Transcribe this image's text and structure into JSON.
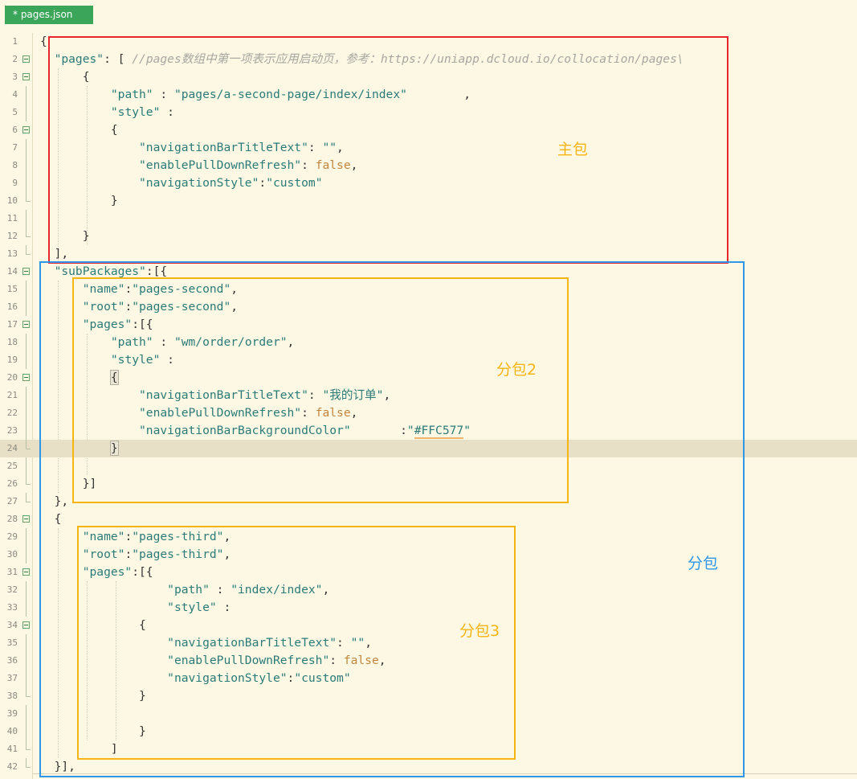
{
  "tab": {
    "title": "* pages.json"
  },
  "lines": [
    {
      "n": "1",
      "fold": "none",
      "segs": [
        [
          "p",
          "{"
        ]
      ]
    },
    {
      "n": "2",
      "fold": "open",
      "segs": [
        [
          "p",
          "  "
        ],
        [
          "k",
          "\"pages\""
        ],
        [
          "p",
          ": [ "
        ],
        [
          "c",
          "//pages数组中第一项表示应用启动页，参考：https://uniapp.dcloud.io/collocation/pages\\"
        ]
      ]
    },
    {
      "n": "3",
      "fold": "open",
      "segs": [
        [
          "p",
          "      {"
        ]
      ]
    },
    {
      "n": "4",
      "fold": "bar",
      "segs": [
        [
          "p",
          "          "
        ],
        [
          "k",
          "\"path\""
        ],
        [
          "p",
          " : "
        ],
        [
          "s",
          "\"pages/a-second-page/index/index\""
        ],
        [
          "p",
          "        ,"
        ]
      ]
    },
    {
      "n": "5",
      "fold": "bar",
      "segs": [
        [
          "p",
          "          "
        ],
        [
          "k",
          "\"style\""
        ],
        [
          "p",
          " :"
        ]
      ]
    },
    {
      "n": "6",
      "fold": "open",
      "segs": [
        [
          "p",
          "          {"
        ]
      ]
    },
    {
      "n": "7",
      "fold": "bar",
      "segs": [
        [
          "p",
          "              "
        ],
        [
          "k",
          "\"navigationBarTitleText\""
        ],
        [
          "p",
          ": "
        ],
        [
          "s",
          "\"\""
        ],
        [
          "p",
          ","
        ]
      ]
    },
    {
      "n": "8",
      "fold": "bar",
      "segs": [
        [
          "p",
          "              "
        ],
        [
          "k",
          "\"enablePullDownRefresh\""
        ],
        [
          "p",
          ": "
        ],
        [
          "b",
          "false"
        ],
        [
          "p",
          ","
        ]
      ]
    },
    {
      "n": "9",
      "fold": "bar",
      "segs": [
        [
          "p",
          "              "
        ],
        [
          "k",
          "\"navigationStyle\""
        ],
        [
          "p",
          ":"
        ],
        [
          "s",
          "\"custom\""
        ]
      ]
    },
    {
      "n": "10",
      "fold": "end",
      "segs": [
        [
          "p",
          "          }"
        ]
      ]
    },
    {
      "n": "11",
      "fold": "bar",
      "segs": [
        [
          "p",
          ""
        ]
      ]
    },
    {
      "n": "12",
      "fold": "end",
      "segs": [
        [
          "p",
          "      }"
        ]
      ]
    },
    {
      "n": "13",
      "fold": "end",
      "segs": [
        [
          "p",
          "  ],"
        ]
      ]
    },
    {
      "n": "14",
      "fold": "open",
      "segs": [
        [
          "p",
          "  "
        ],
        [
          "k",
          "\"subPackages\""
        ],
        [
          "p",
          ":[{"
        ]
      ]
    },
    {
      "n": "15",
      "fold": "bar",
      "segs": [
        [
          "p",
          "      "
        ],
        [
          "k",
          "\"name\""
        ],
        [
          "p",
          ":"
        ],
        [
          "s",
          "\"pages-second\""
        ],
        [
          "p",
          ","
        ]
      ]
    },
    {
      "n": "16",
      "fold": "bar",
      "segs": [
        [
          "p",
          "      "
        ],
        [
          "k",
          "\"root\""
        ],
        [
          "p",
          ":"
        ],
        [
          "s",
          "\"pages-second\""
        ],
        [
          "p",
          ","
        ]
      ]
    },
    {
      "n": "17",
      "fold": "open",
      "segs": [
        [
          "p",
          "      "
        ],
        [
          "k",
          "\"pages\""
        ],
        [
          "p",
          ":[{"
        ]
      ]
    },
    {
      "n": "18",
      "fold": "bar",
      "segs": [
        [
          "p",
          "          "
        ],
        [
          "k",
          "\"path\""
        ],
        [
          "p",
          " : "
        ],
        [
          "s",
          "\"wm/order/order\""
        ],
        [
          "p",
          ","
        ]
      ]
    },
    {
      "n": "19",
      "fold": "bar",
      "segs": [
        [
          "p",
          "          "
        ],
        [
          "k",
          "\"style\""
        ],
        [
          "p",
          " :"
        ]
      ]
    },
    {
      "n": "20",
      "fold": "open",
      "segs": [
        [
          "p",
          "          "
        ],
        [
          "h",
          "{"
        ]
      ]
    },
    {
      "n": "21",
      "fold": "bar",
      "segs": [
        [
          "p",
          "              "
        ],
        [
          "k",
          "\"navigationBarTitleText\""
        ],
        [
          "p",
          ": "
        ],
        [
          "s",
          "\""
        ],
        [
          "scn",
          "我的订单"
        ],
        [
          "s",
          "\""
        ],
        [
          "p",
          ","
        ]
      ]
    },
    {
      "n": "22",
      "fold": "bar",
      "segs": [
        [
          "p",
          "              "
        ],
        [
          "k",
          "\"enablePullDownRefresh\""
        ],
        [
          "p",
          ": "
        ],
        [
          "b",
          "false"
        ],
        [
          "p",
          ","
        ]
      ]
    },
    {
      "n": "23",
      "fold": "bar",
      "segs": [
        [
          "p",
          "              "
        ],
        [
          "k",
          "\"navigationBarBackgroundColor\""
        ],
        [
          "p",
          "       :"
        ],
        [
          "s",
          "\""
        ],
        [
          "u",
          "#FFC577"
        ],
        [
          "s",
          "\""
        ]
      ]
    },
    {
      "n": "24",
      "fold": "end",
      "current": true,
      "segs": [
        [
          "p",
          "          "
        ],
        [
          "h",
          "}"
        ]
      ]
    },
    {
      "n": "25",
      "fold": "bar",
      "segs": [
        [
          "p",
          ""
        ]
      ]
    },
    {
      "n": "26",
      "fold": "end",
      "segs": [
        [
          "p",
          "      }]"
        ]
      ]
    },
    {
      "n": "27",
      "fold": "end",
      "segs": [
        [
          "p",
          "  },"
        ]
      ]
    },
    {
      "n": "28",
      "fold": "open",
      "segs": [
        [
          "p",
          "  {"
        ]
      ]
    },
    {
      "n": "29",
      "fold": "bar",
      "segs": [
        [
          "p",
          "      "
        ],
        [
          "k",
          "\"name\""
        ],
        [
          "p",
          ":"
        ],
        [
          "s",
          "\"pages-third\""
        ],
        [
          "p",
          ","
        ]
      ]
    },
    {
      "n": "30",
      "fold": "bar",
      "segs": [
        [
          "p",
          "      "
        ],
        [
          "k",
          "\"root\""
        ],
        [
          "p",
          ":"
        ],
        [
          "s",
          "\"pages-third\""
        ],
        [
          "p",
          ","
        ]
      ]
    },
    {
      "n": "31",
      "fold": "open",
      "segs": [
        [
          "p",
          "      "
        ],
        [
          "k",
          "\"pages\""
        ],
        [
          "p",
          ":[{"
        ]
      ]
    },
    {
      "n": "32",
      "fold": "bar",
      "segs": [
        [
          "p",
          "                  "
        ],
        [
          "k",
          "\"path\""
        ],
        [
          "p",
          " : "
        ],
        [
          "s",
          "\"index/index\""
        ],
        [
          "p",
          ","
        ]
      ]
    },
    {
      "n": "33",
      "fold": "bar",
      "segs": [
        [
          "p",
          "                  "
        ],
        [
          "k",
          "\"style\""
        ],
        [
          "p",
          " :"
        ]
      ]
    },
    {
      "n": "34",
      "fold": "open",
      "segs": [
        [
          "p",
          "              {"
        ]
      ]
    },
    {
      "n": "35",
      "fold": "bar",
      "segs": [
        [
          "p",
          "                  "
        ],
        [
          "k",
          "\"navigationBarTitleText\""
        ],
        [
          "p",
          ": "
        ],
        [
          "s",
          "\"\""
        ],
        [
          "p",
          ","
        ]
      ]
    },
    {
      "n": "36",
      "fold": "bar",
      "segs": [
        [
          "p",
          "                  "
        ],
        [
          "k",
          "\"enablePullDownRefresh\""
        ],
        [
          "p",
          ": "
        ],
        [
          "b",
          "false"
        ],
        [
          "p",
          ","
        ]
      ]
    },
    {
      "n": "37",
      "fold": "bar",
      "segs": [
        [
          "p",
          "                  "
        ],
        [
          "k",
          "\"navigationStyle\""
        ],
        [
          "p",
          ":"
        ],
        [
          "s",
          "\"custom\""
        ]
      ]
    },
    {
      "n": "38",
      "fold": "end",
      "segs": [
        [
          "p",
          "              }"
        ]
      ]
    },
    {
      "n": "39",
      "fold": "bar",
      "segs": [
        [
          "p",
          ""
        ]
      ]
    },
    {
      "n": "40",
      "fold": "bar",
      "segs": [
        [
          "p",
          "              }"
        ]
      ]
    },
    {
      "n": "41",
      "fold": "end",
      "segs": [
        [
          "p",
          "          ]"
        ]
      ]
    },
    {
      "n": "42",
      "fold": "end",
      "segs": [
        [
          "p",
          "  }],"
        ]
      ]
    }
  ],
  "annotations": {
    "main_package": "主包",
    "subpackage": "分包",
    "subpackage_2": "分包2",
    "subpackage_3": "分包3"
  },
  "colors": {
    "editor_bg": "#fdf8e4",
    "tab_bg": "#3ba55a",
    "key": "#2b7a78",
    "boolean": "#c2853d",
    "comment": "#a7a7a0",
    "red_box": "#e8262e",
    "blue_box": "#2f96e8",
    "yellow_box": "#f7b512"
  }
}
